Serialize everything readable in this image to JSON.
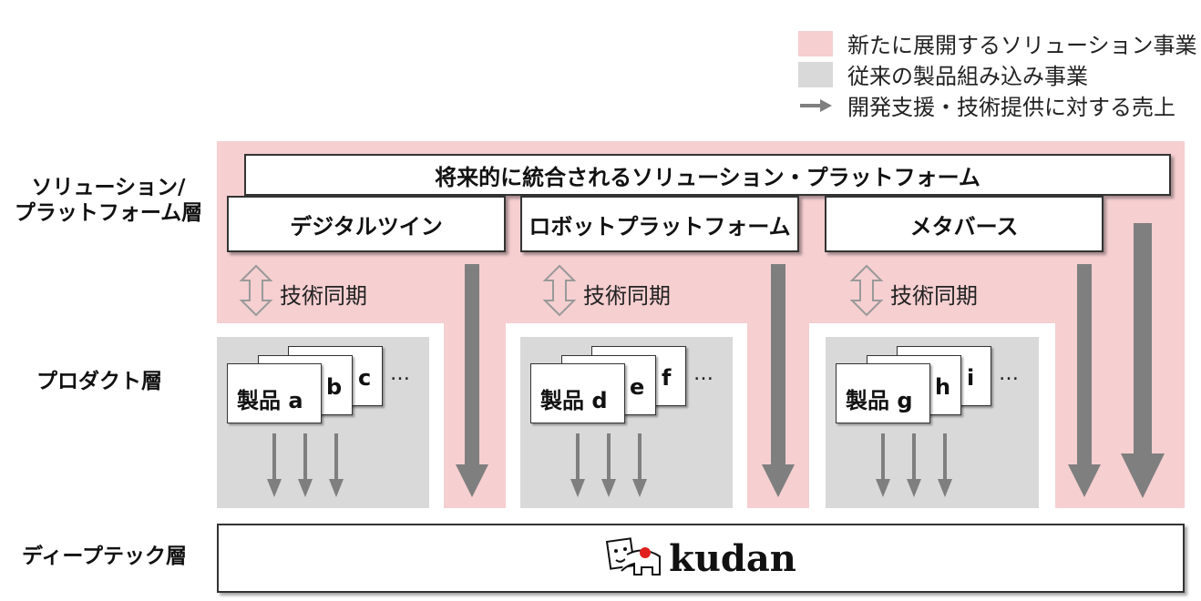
{
  "legend": {
    "items": [
      {
        "label": "新たに展開するソリューション事業",
        "color": "#f6cfd1"
      },
      {
        "label": "従来の製品組み込み事業",
        "color": "#d9d9d9"
      },
      {
        "label": "開発支援・技術提供に対する売上",
        "color": "#7f7f7f"
      }
    ]
  },
  "layers": {
    "solution": "ソリューション/\nプラットフォーム層",
    "product": "プロダクト層",
    "deeptech": "ディープテック層"
  },
  "platform": {
    "title": "将来的に統合されるソリューション・プラットフォーム"
  },
  "solutions": [
    "デジタルツイン",
    "ロボットプラットフォーム",
    "メタバース"
  ],
  "sync_label": "技術同期",
  "product_groups": [
    {
      "front": "製品 a",
      "mid": "b",
      "back": "c"
    },
    {
      "front": "製品 d",
      "mid": "e",
      "back": "f"
    },
    {
      "front": "製品 g",
      "mid": "h",
      "back": "i"
    }
  ],
  "ellipsis": "…",
  "logo": {
    "text": "kudan"
  }
}
